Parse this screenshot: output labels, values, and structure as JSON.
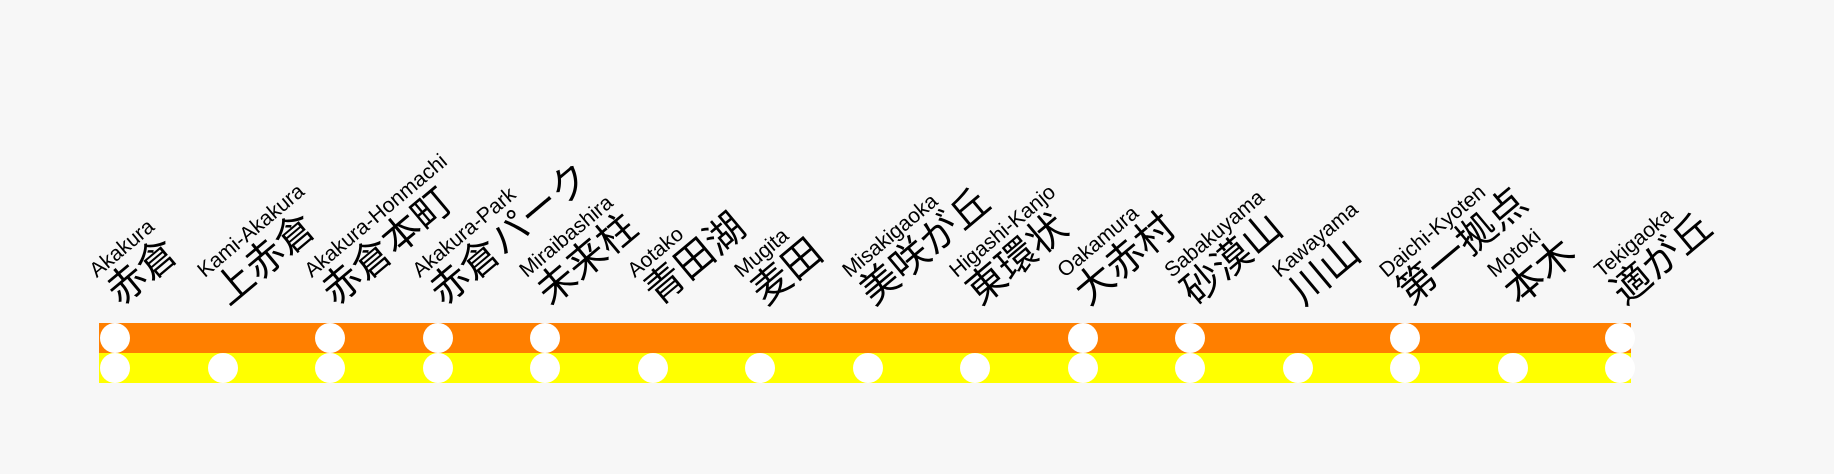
{
  "colors": {
    "background": "#f7f7f7",
    "line_upper": "#ff7f00",
    "line_lower": "#ffff00",
    "stop_marker": "#ffffff",
    "text": "#000000"
  },
  "stations": [
    {
      "ja": "赤倉",
      "en": "Akakura",
      "stops_upper": true,
      "stops_lower": true
    },
    {
      "ja": "上赤倉",
      "en": "Kami-Akakura",
      "stops_upper": false,
      "stops_lower": true
    },
    {
      "ja": "赤倉本町",
      "en": "Akakura-Honmachi",
      "stops_upper": true,
      "stops_lower": true
    },
    {
      "ja": "赤倉パーク",
      "en": "Akakura-Park",
      "stops_upper": true,
      "stops_lower": true
    },
    {
      "ja": "未来柱",
      "en": "Miraibashira",
      "stops_upper": true,
      "stops_lower": true
    },
    {
      "ja": "青田湖",
      "en": "Aotako",
      "stops_upper": false,
      "stops_lower": true
    },
    {
      "ja": "麦田",
      "en": "Mugita",
      "stops_upper": false,
      "stops_lower": true
    },
    {
      "ja": "美咲が丘",
      "en": "Misakigaoka",
      "stops_upper": false,
      "stops_lower": true
    },
    {
      "ja": "東環状",
      "en": "Higashi-Kanjo",
      "stops_upper": false,
      "stops_lower": true
    },
    {
      "ja": "大赤村",
      "en": "Oakamura",
      "stops_upper": true,
      "stops_lower": true
    },
    {
      "ja": "砂漠山",
      "en": "Sabakuyama",
      "stops_upper": true,
      "stops_lower": true
    },
    {
      "ja": "川山",
      "en": "Kawayama",
      "stops_upper": false,
      "stops_lower": true
    },
    {
      "ja": "第一拠点",
      "en": "Daichi-Kyoten",
      "stops_upper": true,
      "stops_lower": true
    },
    {
      "ja": "本木",
      "en": "Motoki",
      "stops_upper": false,
      "stops_lower": true
    },
    {
      "ja": "適が丘",
      "en": "Tekigaoka",
      "stops_upper": true,
      "stops_lower": true
    }
  ]
}
